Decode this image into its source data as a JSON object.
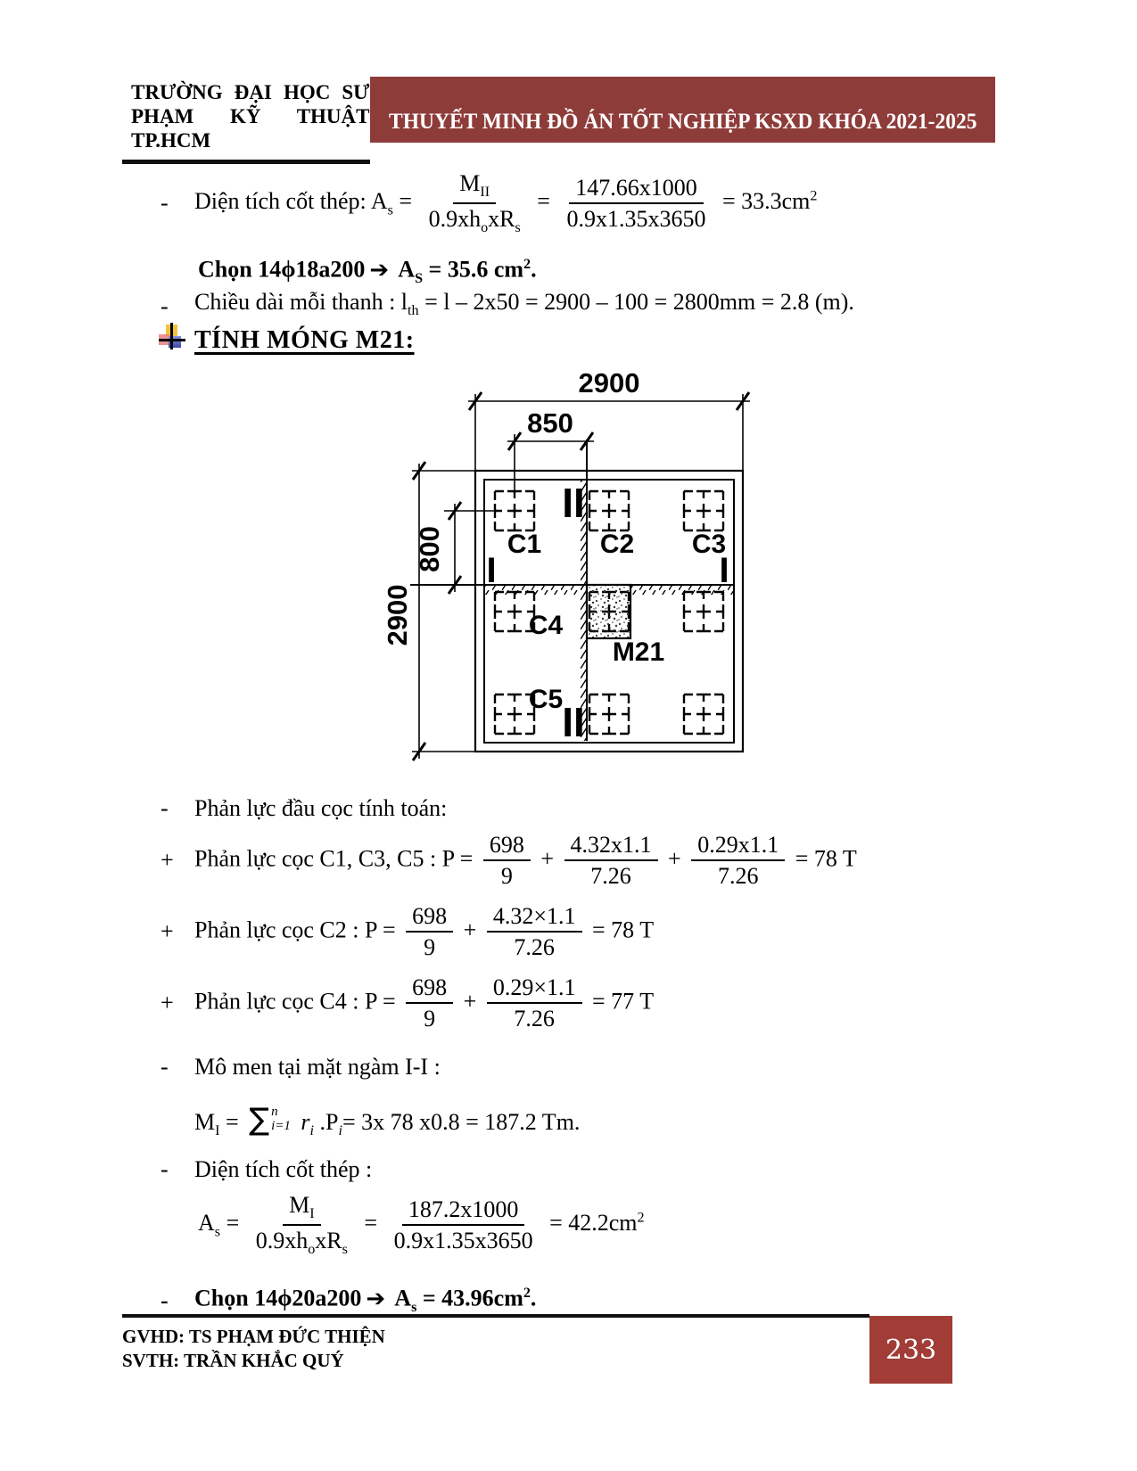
{
  "header": {
    "university_line1": "TRƯỜNG ĐẠI HỌC SƯ PHẠM KỸ THUẬT",
    "university_line2": "TP.HCM",
    "banner_title": "THUYẾT MINH ĐỒ ÁN TỐT NGHIỆP KSXD KHÓA 2021-2025",
    "banner_color": "#8e3c3a"
  },
  "body": {
    "as_m22": {
      "marker": "-",
      "segs": [
        "Diện tích cốt thép: A",
        {
          "sub": "s"
        },
        " = ",
        {
          "frac": {
            "num": [
              "M",
              {
                "sub": "II"
              }
            ],
            "den": [
              "0.9xh",
              {
                "sub": "o"
              },
              "xR",
              {
                "sub": "s"
              }
            ]
          }
        },
        " = ",
        {
          "frac": {
            "num": [
              "147.66x1000"
            ],
            "den": [
              "0.9x1.35x3650"
            ]
          }
        },
        " = 33.3cm",
        {
          "sup": "2"
        }
      ]
    },
    "chon1": {
      "segs": [
        "Chọn 14ϕ18a200",
        {
          "arrow": "➔"
        },
        " A",
        {
          "sub": "S"
        },
        " = 35.6 cm",
        {
          "sup": "2"
        },
        "."
      ]
    },
    "length": {
      "marker": "-",
      "segs": [
        "Chiều dài mỗi thanh : l",
        {
          "sub": "th"
        },
        " = l – 2x50 = 2900 – 100 = 2800mm =  2.8 (m)."
      ]
    },
    "heading": {
      "bullet_icon": "colored-plus-bullet",
      "label": "TÍNH MÓNG M21:"
    },
    "reaction_intro": {
      "marker": "-",
      "text": "Phản lực đầu cọc tính toán:"
    },
    "p_c135": {
      "marker": "+",
      "segs": [
        "Phản lực cọc C1, C3, C5 : P = ",
        {
          "frac": {
            "num": [
              "698"
            ],
            "den": [
              "9"
            ]
          }
        },
        " + ",
        {
          "frac": {
            "num": [
              "4.32x1.1"
            ],
            "den": [
              "7.26"
            ]
          }
        },
        " + ",
        {
          "frac": {
            "num": [
              "0.29x1.1"
            ],
            "den": [
              "7.26"
            ]
          }
        },
        " = 78 T"
      ]
    },
    "p_c2": {
      "marker": "+",
      "segs": [
        "Phản lực cọc C2 : P = ",
        {
          "frac": {
            "num": [
              "698"
            ],
            "den": [
              "9"
            ]
          }
        },
        " + ",
        {
          "frac": {
            "num": [
              "4.32×1.1"
            ],
            "den": [
              "7.26"
            ]
          }
        },
        " = 78 T"
      ]
    },
    "p_c4": {
      "marker": "+",
      "segs": [
        "Phản lực cọc C4 : P = ",
        {
          "frac": {
            "num": [
              "698"
            ],
            "den": [
              "9"
            ]
          }
        },
        " + ",
        {
          "frac": {
            "num": [
              "0.29×1.1"
            ],
            "den": [
              "7.26"
            ]
          }
        },
        " = 77 T"
      ]
    },
    "moment_head": {
      "marker": "-",
      "text": "Mô men tại mặt ngàm I-I :"
    },
    "moment_calc": {
      "segs": [
        "M",
        {
          "sub": "I"
        },
        " = ",
        {
          "sum": {
            "sym": "∑",
            "top": "n",
            "bot": "i=1"
          }
        },
        " ",
        {
          "t": "r",
          "i": true
        },
        {
          "sub": "i",
          "i": true
        },
        " .P",
        {
          "sub": "i",
          "i": true
        },
        "= 3x 78 x0.8  = 187.2 Tm."
      ]
    },
    "area_head": {
      "marker": "-",
      "text": "Diện tích cốt thép :"
    },
    "as_m21": {
      "segs": [
        "A",
        {
          "sub": "s"
        },
        " = ",
        {
          "frac": {
            "num": [
              "M",
              {
                "sub": "I"
              }
            ],
            "den": [
              "0.9xh",
              {
                "sub": "o"
              },
              "xR",
              {
                "sub": "s"
              }
            ]
          }
        },
        " = ",
        {
          "frac": {
            "num": [
              "187.2x1000"
            ],
            "den": [
              "0.9x1.35x3650"
            ]
          }
        },
        " = 42.2cm",
        {
          "sup": "2"
        }
      ]
    },
    "chon2": {
      "marker": "-",
      "segs": [
        "Chọn 14ϕ20a200",
        {
          "arrow": "➔"
        },
        " A",
        {
          "sub": "s"
        },
        " = 43.96cm",
        {
          "sup": "2"
        },
        "."
      ]
    }
  },
  "figure": {
    "dim_width_top": "2900",
    "dim_pile_offset": "850",
    "dim_height_left": "2900",
    "dim_row_offset": "800",
    "pile_labels": {
      "c1": "C1",
      "c2": "C2",
      "c3": "C3",
      "c4": "C4",
      "c5": "C5"
    },
    "column_label": "M21",
    "section_marks": {
      "i_left": "I",
      "i_right": "I",
      "ii_top": "II",
      "ii_bottom": "II"
    }
  },
  "footer": {
    "supervisor": "GVHD: TS PHẠM ĐỨC THIỆN",
    "student": "SVTH: TRẦN KHẮC QUÝ",
    "page_number": "233",
    "box_color": "#a13c36"
  }
}
